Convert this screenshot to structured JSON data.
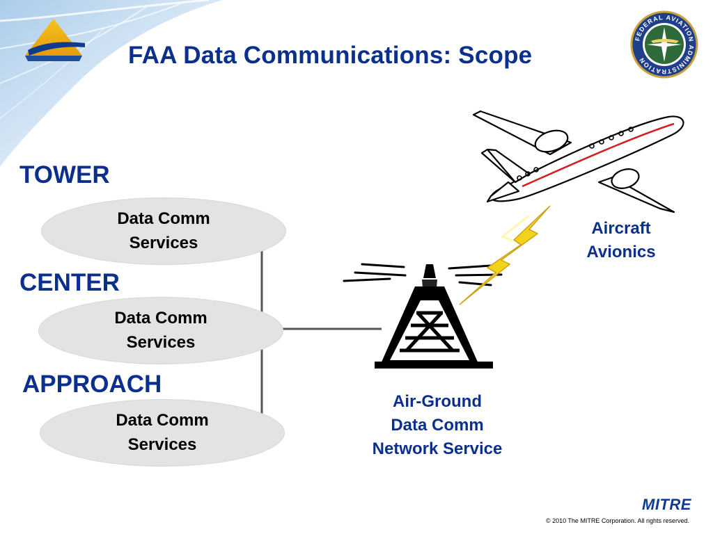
{
  "title": "FAA Data Communications:  Scope",
  "facilities": [
    {
      "name": "TOWER",
      "service_line1": "Data Comm",
      "service_line2": "Services"
    },
    {
      "name": "CENTER",
      "service_line1": "Data Comm",
      "service_line2": "Services"
    },
    {
      "name": "APPROACH",
      "service_line1": "Data Comm",
      "service_line2": "Services"
    }
  ],
  "aircraft_label": {
    "line1": "Aircraft",
    "line2": "Avionics"
  },
  "ground_label": {
    "line1": "Air-Ground",
    "line2": "Data Comm",
    "line3": "Network Service"
  },
  "seal_text": "FEDERAL AVIATION ADMINISTRATION",
  "footer": {
    "brand": "MITRE",
    "copyright": "© 2010 The MITRE Corporation. All rights reserved."
  },
  "colors": {
    "heading": "#0b2f8c",
    "oval_fill": "#e3e3e3",
    "lightning": "#f2d21a",
    "seal_green": "#2f6b3a",
    "seal_ring": "#1f3f8c"
  }
}
